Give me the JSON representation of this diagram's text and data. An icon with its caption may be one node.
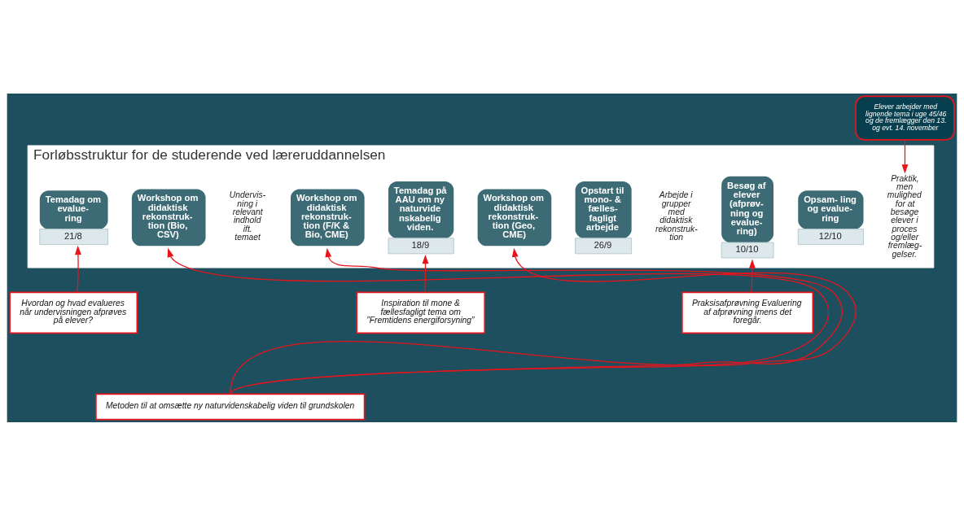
{
  "diagram": {
    "nodes": [
      {
        "text": [
          "Forløbsstruktur for de studerende ved læreruddannelsen"
        ]
      },
      {
        "text": [
          "Temadag om evalue- ring"
        ],
        "beside": [
          "21/8"
        ],
        "in": 0
      },
      {
        "text": [
          "Workshop om didaktisk rekonstruk- tion (Bio, CSV)"
        ],
        "in": 0
      },
      {
        "text": [
          "Undervis- ning i relevant indhold ift. temaet"
        ],
        "in": 0
      },
      {
        "text": [
          "Workshop om didaktisk rekonstruk- tion (F/K & Bio, CME)"
        ],
        "in": 0
      },
      {
        "text": [
          "Temadag på AAU om ny naturvide nskabelig viden."
        ],
        "beside": [
          "18/9"
        ],
        "in": 0
      },
      {
        "text": [
          "Workshop om didaktisk rekonstruk- tion (Geo, CME)"
        ],
        "in": 0
      },
      {
        "text": [
          "Opstart til mono- & fælles- fagligt arbejde"
        ],
        "beside": [
          "26/9"
        ],
        "in": 0
      },
      {
        "text": [
          "Arbejde i grupper med didaktisk rekonstruk- tion"
        ],
        "in": 0
      },
      {
        "text": [
          "Besøg af elever (afprøv- ning og evalue- ring)"
        ],
        "beside": [
          "10/10"
        ],
        "in": 0
      },
      {
        "text": [
          "Opsam- ling og evalue- ring"
        ],
        "beside": [
          "12/10"
        ],
        "in": 0
      },
      {
        "text": [
          "Praktik, men mulighed for at besøge elever i proces og/eller fremlæg- gelser."
        ],
        "in": 0
      },
      {
        "text": [
          "Elever arbejder med lignende tema i uge 45/46 og de fremlægger den 13. og evt. 14. november"
        ]
      },
      {
        "text": [
          "Hvordan og hvad evalueres når undervisningen afprøves på elever?"
        ]
      },
      {
        "text": [
          "Inspiration til mone & fællesfagligt tema om ”Fremtidens energiforsyning”"
        ]
      },
      {
        "text": [
          "Praksisafprøvning Evaluering af afprøvning imens det foregår."
        ]
      },
      {
        "text": [
          "Metoden til at omsætte ny naturvidenskabelig viden til grundskolen"
        ]
      }
    ],
    "edges": [
      {
        "from": 12,
        "to": 11,
        "arrow": "to"
      },
      {
        "from": 13,
        "to": 1,
        "arrow": "to"
      },
      {
        "from": 16,
        "to": 2,
        "arrow": "to"
      },
      {
        "from": 16,
        "to": 4,
        "arrow": "to"
      },
      {
        "from": 14,
        "to": 5,
        "arrow": "to"
      },
      {
        "from": 16,
        "to": 6,
        "arrow": "to"
      },
      {
        "from": 15,
        "to": 9,
        "arrow": "to"
      }
    ]
  }
}
